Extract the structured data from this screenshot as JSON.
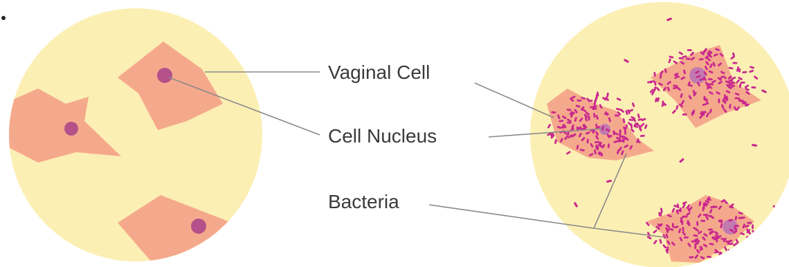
{
  "labels": {
    "vaginal_cell": "Vaginal Cell",
    "cell_nucleus": "Cell Nucleus",
    "bacteria": "Bacteria"
  },
  "colors": {
    "background_circle": "#fcefb4",
    "cell": "#f5a98c",
    "nucleus": "#b4508a",
    "bacteria": "#c8288e",
    "leader_line": "#8a8a8a",
    "text": "#3a3a3a"
  }
}
